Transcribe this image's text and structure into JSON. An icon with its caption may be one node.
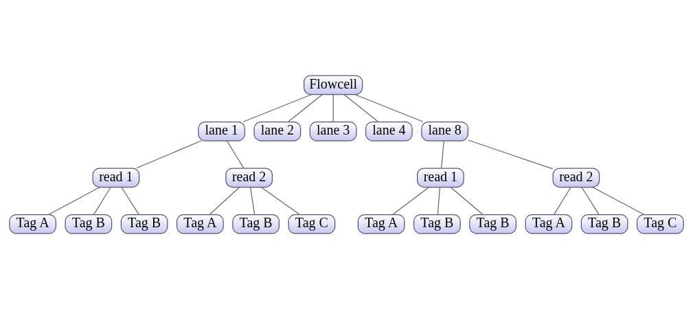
{
  "diagram": {
    "nodes": [
      {
        "text": [
          "Flowcell"
        ]
      },
      {
        "text": [
          "lane 1"
        ]
      },
      {
        "text": [
          "lane 2"
        ]
      },
      {
        "text": [
          "lane 3"
        ]
      },
      {
        "text": [
          "lane 4"
        ]
      },
      {
        "text": [
          "lane 8"
        ]
      },
      {
        "text": [
          "read 1"
        ]
      },
      {
        "text": [
          "read 2"
        ]
      },
      {
        "text": [
          "Tag A"
        ]
      },
      {
        "text": [
          "Tag B"
        ]
      },
      {
        "text": [
          "Tag B"
        ]
      },
      {
        "text": [
          "Tag A"
        ]
      },
      {
        "text": [
          "Tag B"
        ]
      },
      {
        "text": [
          "Tag C"
        ]
      },
      {
        "text": [
          "read 1"
        ]
      },
      {
        "text": [
          "read 2"
        ]
      },
      {
        "text": [
          "Tag A"
        ]
      },
      {
        "text": [
          "Tag B"
        ]
      },
      {
        "text": [
          "Tag B"
        ]
      },
      {
        "text": [
          "Tag A"
        ]
      },
      {
        "text": [
          "Tag B"
        ]
      },
      {
        "text": [
          "Tag C"
        ]
      }
    ],
    "edges": [
      {
        "from": 0,
        "to": 1,
        "arrow": "none"
      },
      {
        "from": 0,
        "to": 2,
        "arrow": "none"
      },
      {
        "from": 0,
        "to": 3,
        "arrow": "none"
      },
      {
        "from": 0,
        "to": 4,
        "arrow": "none"
      },
      {
        "from": 0,
        "to": 5,
        "arrow": "none"
      },
      {
        "from": 4,
        "to": 5,
        "arrow": "none",
        "style": "dashed",
        "color": "#b0b0b0"
      },
      {
        "from": 1,
        "to": 6,
        "arrow": "none"
      },
      {
        "from": 1,
        "to": 7,
        "arrow": "none"
      },
      {
        "from": 6,
        "to": 8,
        "arrow": "none"
      },
      {
        "from": 6,
        "to": 9,
        "arrow": "none"
      },
      {
        "from": 6,
        "to": 10,
        "arrow": "none"
      },
      {
        "from": 7,
        "to": 11,
        "arrow": "none"
      },
      {
        "from": 7,
        "to": 12,
        "arrow": "none"
      },
      {
        "from": 7,
        "to": 13,
        "arrow": "none"
      },
      {
        "from": 5,
        "to": 14,
        "arrow": "none"
      },
      {
        "from": 5,
        "to": 15,
        "arrow": "none"
      },
      {
        "from": 14,
        "to": 16,
        "arrow": "none"
      },
      {
        "from": 14,
        "to": 17,
        "arrow": "none"
      },
      {
        "from": 14,
        "to": 18,
        "arrow": "none"
      },
      {
        "from": 15,
        "to": 19,
        "arrow": "none"
      },
      {
        "from": 15,
        "to": 20,
        "arrow": "none"
      },
      {
        "from": 15,
        "to": 21,
        "arrow": "none"
      }
    ]
  }
}
